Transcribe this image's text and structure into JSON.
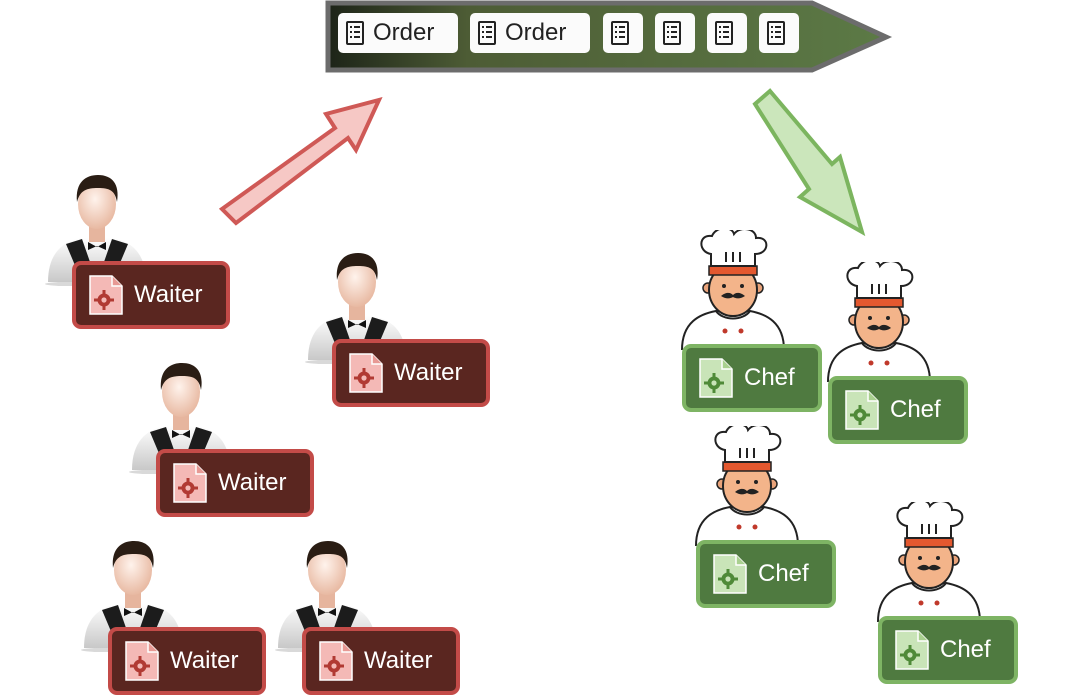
{
  "queue": {
    "order_label": "Order",
    "labeled_orders": 2,
    "icon_only_orders": 4
  },
  "waiter_label": "Waiter",
  "chef_label": "Chef",
  "waiter_count": 5,
  "chef_count": 4,
  "colors": {
    "waiter_badge": "#5a2620",
    "waiter_border": "#c34b48",
    "chef_badge": "#4f7a40",
    "chef_border": "#7eb464",
    "arrow_to_queue": "#f2b7b4",
    "arrow_from_queue": "#c7e4b5",
    "queue_fill": "#566d3f",
    "queue_border": "#6d6d6d"
  },
  "icons": {
    "order": "receipt-icon",
    "badge": "gear-document-icon",
    "waiter": "waiter-icon",
    "chef": "chef-icon"
  }
}
